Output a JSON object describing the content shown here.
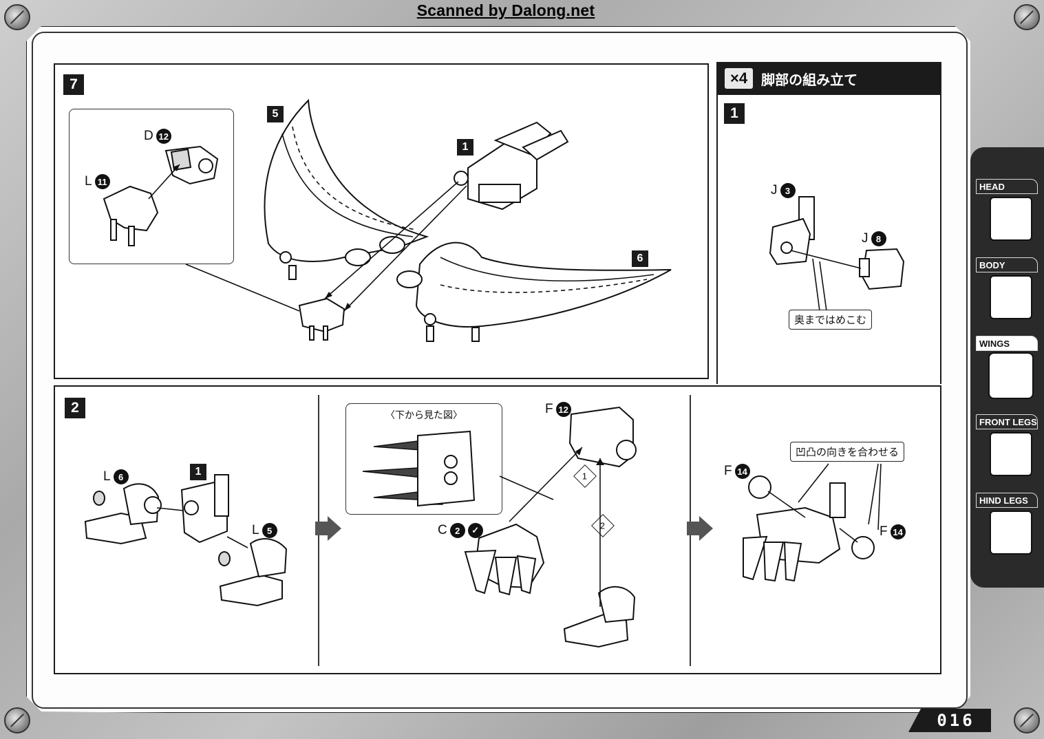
{
  "credit": "Scanned by Dalong.net",
  "page_number": "016",
  "section": {
    "multiplier": "×4",
    "title": "脚部の組み立て"
  },
  "step7": {
    "number": "7",
    "inset_parts": [
      {
        "letter": "D",
        "num": "12"
      },
      {
        "letter": "L",
        "num": "11"
      }
    ],
    "callouts": [
      "5",
      "1",
      "6"
    ]
  },
  "step1": {
    "number": "1",
    "parts": [
      {
        "letter": "J",
        "num": "3"
      },
      {
        "letter": "J",
        "num": "8"
      }
    ],
    "note": "奥まではめこむ"
  },
  "step2": {
    "number": "2",
    "sub1": "1",
    "parts_left": [
      {
        "letter": "L",
        "num": "6"
      },
      {
        "letter": "L",
        "num": "5"
      }
    ],
    "inset_title": "〈下から見た図〉",
    "parts_mid": [
      {
        "letter": "F",
        "num": "12"
      },
      {
        "letter": "C",
        "num": "2"
      }
    ],
    "order": [
      "1",
      "2"
    ],
    "parts_right": [
      {
        "letter": "F",
        "num": "14"
      },
      {
        "letter": "F",
        "num": "14"
      }
    ],
    "note_right": "凹凸の向きを合わせる"
  },
  "tabs": [
    {
      "label": "HEAD",
      "icon": "head-icon",
      "active": false
    },
    {
      "label": "BODY",
      "icon": "body-icon",
      "active": false
    },
    {
      "label": "WINGS",
      "icon": "wings-icon",
      "active": true
    },
    {
      "label": "FRONT LEGS",
      "icon": "front-legs-icon",
      "active": false
    },
    {
      "label": "HIND LEGS",
      "icon": "hind-legs-icon",
      "active": false
    }
  ]
}
